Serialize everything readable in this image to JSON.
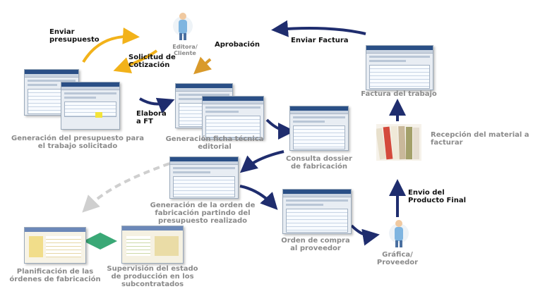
{
  "actors": {
    "editora": "Editora/ Cliente",
    "grafica": "Gráfica/ Proveedor"
  },
  "steps": {
    "presupuesto": "Generación del presupuesto para el trabajo solicitado",
    "ficha_tecnica": "Generación ficha técnica editorial",
    "dossier": "Consulta dossier de fabricación",
    "orden_fabricacion": "Generación de la orden de fabricación partindo del presupuesto realizado",
    "orden_compra": "Orden de compra al proveedor",
    "planificacion": "Planificación de las órdenes de fabricación",
    "supervision": "Supervisión del estado de producción en los subcontratados",
    "factura": "Factura del trabajo",
    "recepcion": "Recepción del material a facturar"
  },
  "flows": {
    "enviar_presupuesto": "Enviar presupuesto",
    "solicitud": "Solicitud de Cotización",
    "aprobacion": "Aprobación",
    "enviar_factura": "Enviar Factura",
    "elabora": "Elabora a FT",
    "envio": "Envio del Producto Final"
  },
  "colors": {
    "navy": "#1f2d6e",
    "gold": "#f2b21a",
    "amber": "#d99a2b",
    "green": "#3aa876",
    "gray_dash": "#cfcfcf",
    "label_gray": "#8a8a8a"
  }
}
